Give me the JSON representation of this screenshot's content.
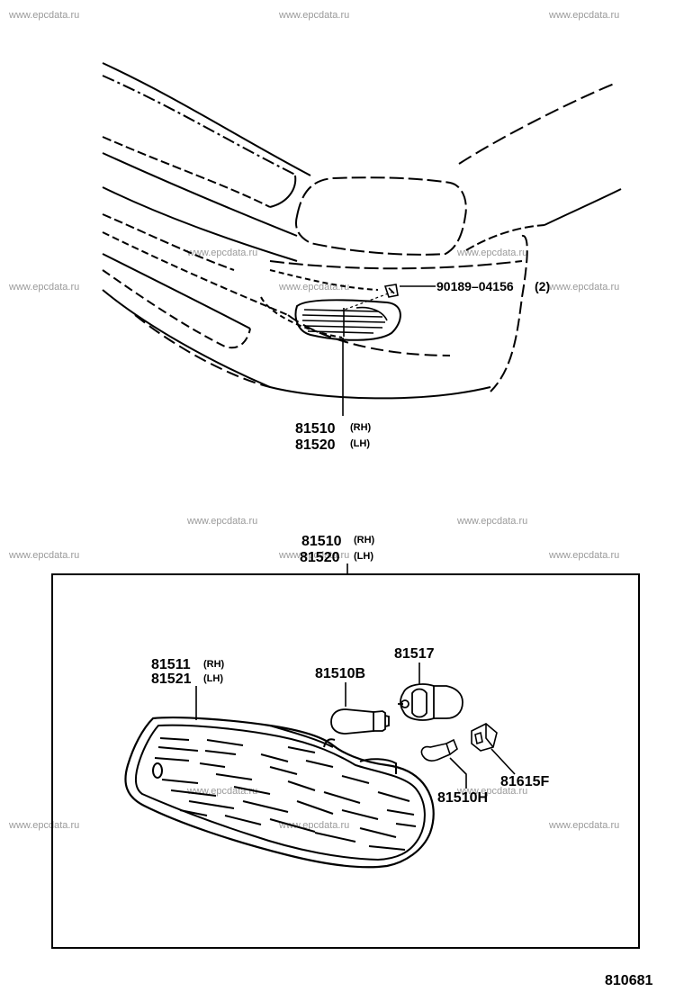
{
  "watermark": "www.epcdata.ru",
  "top_view": {
    "screw_label": {
      "part": "90189–04156",
      "qty": "(2)"
    },
    "lamp_label": {
      "rh_part": "81510",
      "rh_side": "(RH)",
      "lh_part": "81520",
      "lh_side": "(LH)"
    }
  },
  "detail_view": {
    "assembly_label": {
      "rh_part": "81510",
      "rh_side": "(RH)",
      "lh_part": "81520",
      "lh_side": "(LH)"
    },
    "lens_label": {
      "rh_part": "81511",
      "rh_side": "(RH)",
      "lh_part": "81521",
      "lh_side": "(LH)"
    },
    "bulb_label": "81510B",
    "socket_label": "81517",
    "small_bulb_label": "81510H",
    "holder_label": "81615F"
  },
  "figure_number": "810681"
}
